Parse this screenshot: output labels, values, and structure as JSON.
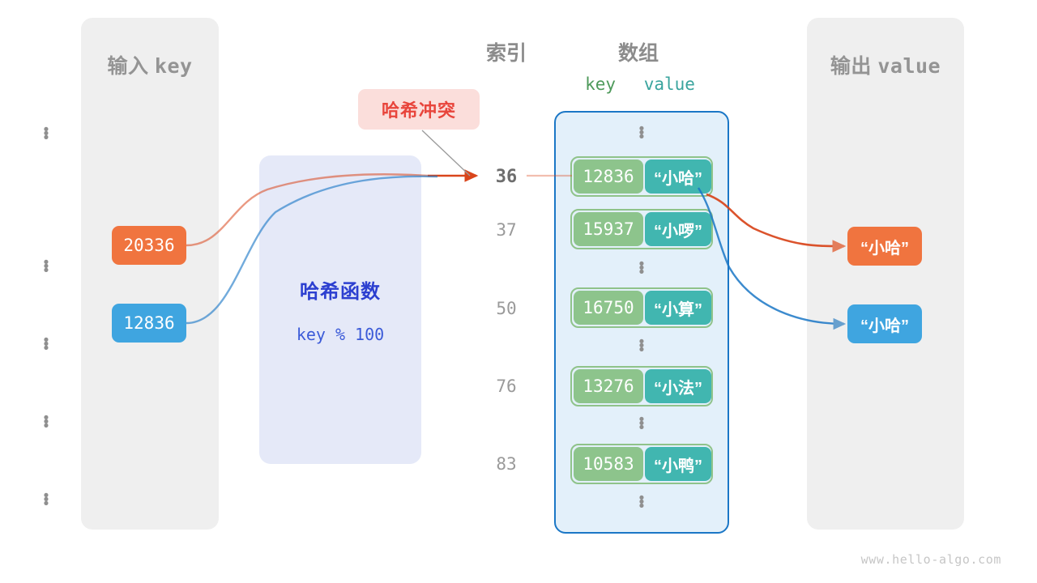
{
  "panels": {
    "input": {
      "title_cn": "输入",
      "title_mono": "key"
    },
    "output": {
      "title_cn": "输出",
      "title_mono": "value"
    }
  },
  "headings": {
    "index": "索引",
    "array": "数组",
    "key": "key",
    "value": "value"
  },
  "collision": {
    "label": "哈希冲突"
  },
  "hash_function": {
    "title": "哈希函数",
    "formula": "key % 100"
  },
  "dots_glyph": "•",
  "indices": [
    {
      "label": "36",
      "active": true
    },
    {
      "label": "37",
      "active": false
    },
    {
      "label": "50",
      "active": false
    },
    {
      "label": "76",
      "active": false
    },
    {
      "label": "83",
      "active": false
    }
  ],
  "buckets": [
    {
      "key": "12836",
      "value": "“小哈”"
    },
    {
      "key": "15937",
      "value": "“小啰”"
    },
    {
      "key": "16750",
      "value": "“小算”"
    },
    {
      "key": "13276",
      "value": "“小法”"
    },
    {
      "key": "10583",
      "value": "“小鸭”"
    }
  ],
  "input_keys": [
    {
      "text": "20336",
      "color": "#F0743F"
    },
    {
      "text": "12836",
      "color": "#3FA5E0"
    }
  ],
  "output_values": [
    {
      "text": "“小哈”",
      "color": "#F0743F"
    },
    {
      "text": "“小哈”",
      "color": "#3FA5E0"
    }
  ],
  "watermark": "www.hello-algo.com",
  "colors": {
    "panel_bg": "#EFEFEF",
    "array_bg": "#E3F0FA",
    "array_border": "#1B77C6",
    "key_cell": "#8DC48C",
    "value_cell": "#41B6B0",
    "hash_box_bg": "#E1E6F7",
    "hash_text": "#2C3FD0",
    "collision_bg": "#FBDEDB",
    "collision_text": "#E8453C",
    "orange": "#F0743F",
    "blue": "#3FA5E0"
  }
}
